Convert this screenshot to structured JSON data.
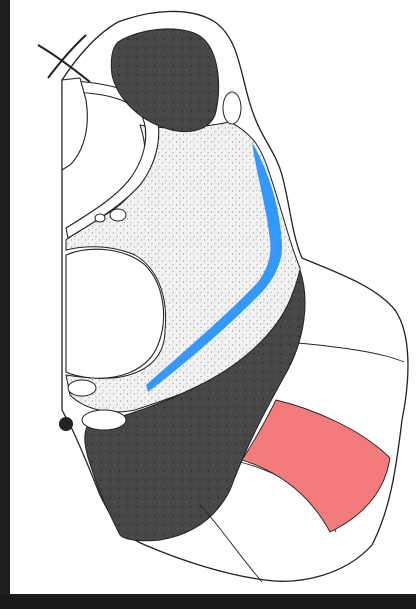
{
  "figure": {
    "type": "anatomical-section-drawing",
    "colors": {
      "background_frame": "#1f1f1f",
      "paper": "#ffffff",
      "outline": "#222222",
      "stipple_fill": "#f2f2f2",
      "stipple_dot": "#6b6b6b",
      "dark_region": "#474747",
      "highlight_blue": "#3399ff",
      "highlight_red": "#f47b7b"
    },
    "regions": [
      {
        "id": "upper-dark-region",
        "fill": "dark"
      },
      {
        "id": "lower-dark-region",
        "fill": "dark"
      },
      {
        "id": "stippled-region",
        "fill": "stipple"
      },
      {
        "id": "blue-band",
        "fill": "highlight_blue"
      },
      {
        "id": "red-segment",
        "fill": "highlight_red"
      },
      {
        "id": "outer-segments",
        "fill": "paper"
      }
    ],
    "text_labels": []
  }
}
